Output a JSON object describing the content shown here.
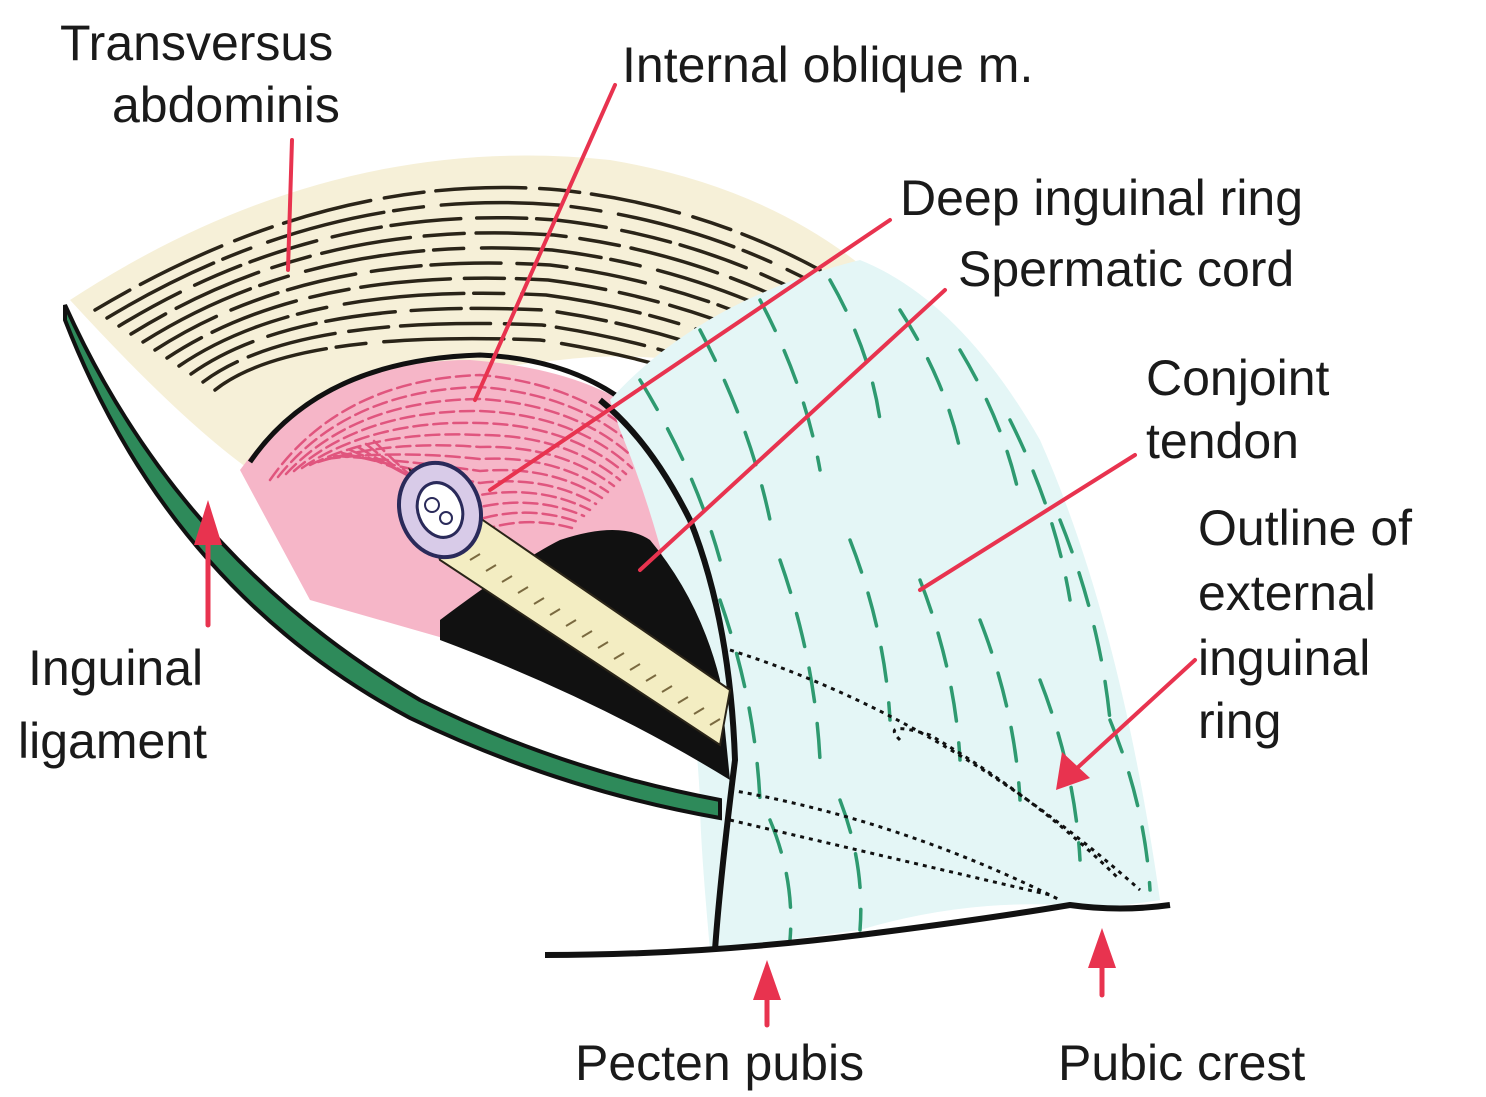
{
  "colors": {
    "text": "#1a1a1a",
    "leader": "#e8334f",
    "ligament": "#2e8a5a",
    "transversus_fill": "#f6f0d8",
    "transversus_stroke": "#2a2418",
    "oblique_fill": "#f6b6c8",
    "oblique_stroke": "#e0557e",
    "tendon_fill": "#e4f6f6",
    "tendon_stroke": "#2e9a70",
    "cord_fill": "#f3edc2",
    "cord_end": "#d8cbe8",
    "outline": "#111111"
  },
  "labels": {
    "transversus_line1": "Transversus",
    "transversus_line2": "abdominis",
    "internal_oblique": "Internal oblique m.",
    "deep_ring": "Deep inguinal ring",
    "spermatic_cord": "Spermatic cord",
    "conjoint_line1": "Conjoint",
    "conjoint_line2": "tendon",
    "outline_line1": "Outline of",
    "outline_line2": "external",
    "outline_line3": "inguinal",
    "outline_line4": "ring",
    "inguinal_line1": "Inguinal",
    "inguinal_line2": "ligament",
    "pecten_pubis": "Pecten pubis",
    "pubic_crest": "Pubic crest"
  }
}
